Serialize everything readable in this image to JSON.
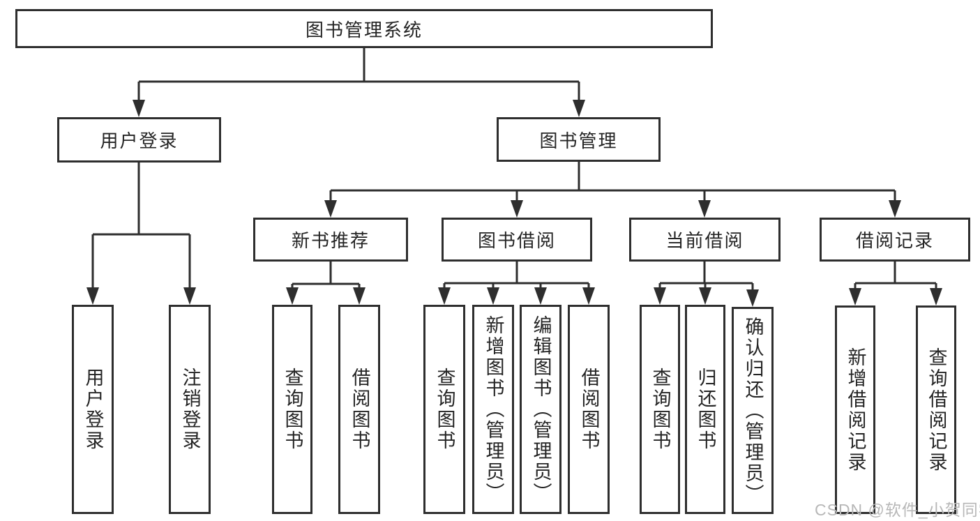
{
  "diagram": {
    "root": {
      "label": "图书管理系统"
    },
    "level2": [
      {
        "id": "user-login",
        "label": "用户登录"
      },
      {
        "id": "book-management",
        "label": "图书管理"
      }
    ],
    "level3": [
      {
        "id": "new-book-recommend",
        "label": "新书推荐"
      },
      {
        "id": "book-borrowing",
        "label": "图书借阅"
      },
      {
        "id": "current-borrowing",
        "label": "当前借阅"
      },
      {
        "id": "borrowing-records",
        "label": "借阅记录"
      }
    ],
    "leaves": {
      "user_login": [
        "用户登录",
        "注销登录"
      ],
      "new_book_recommend": [
        "查询图书",
        "借阅图书"
      ],
      "book_borrowing": [
        "查询图书",
        "新增图书（管理员）",
        "编辑图书（管理员）",
        "借阅图书"
      ],
      "current_borrowing": [
        "查询图书",
        "归还图书",
        "确认归还（管理员）"
      ],
      "borrowing_records": [
        "新增借阅记录",
        "查询借阅记录"
      ]
    }
  },
  "watermark": {
    "text": "CSDN @软件_小贺同学"
  },
  "colors": {
    "line": "#2e2e2e",
    "text": "#242424",
    "watermark": "#b7b7b7",
    "background": "#ffffff"
  }
}
